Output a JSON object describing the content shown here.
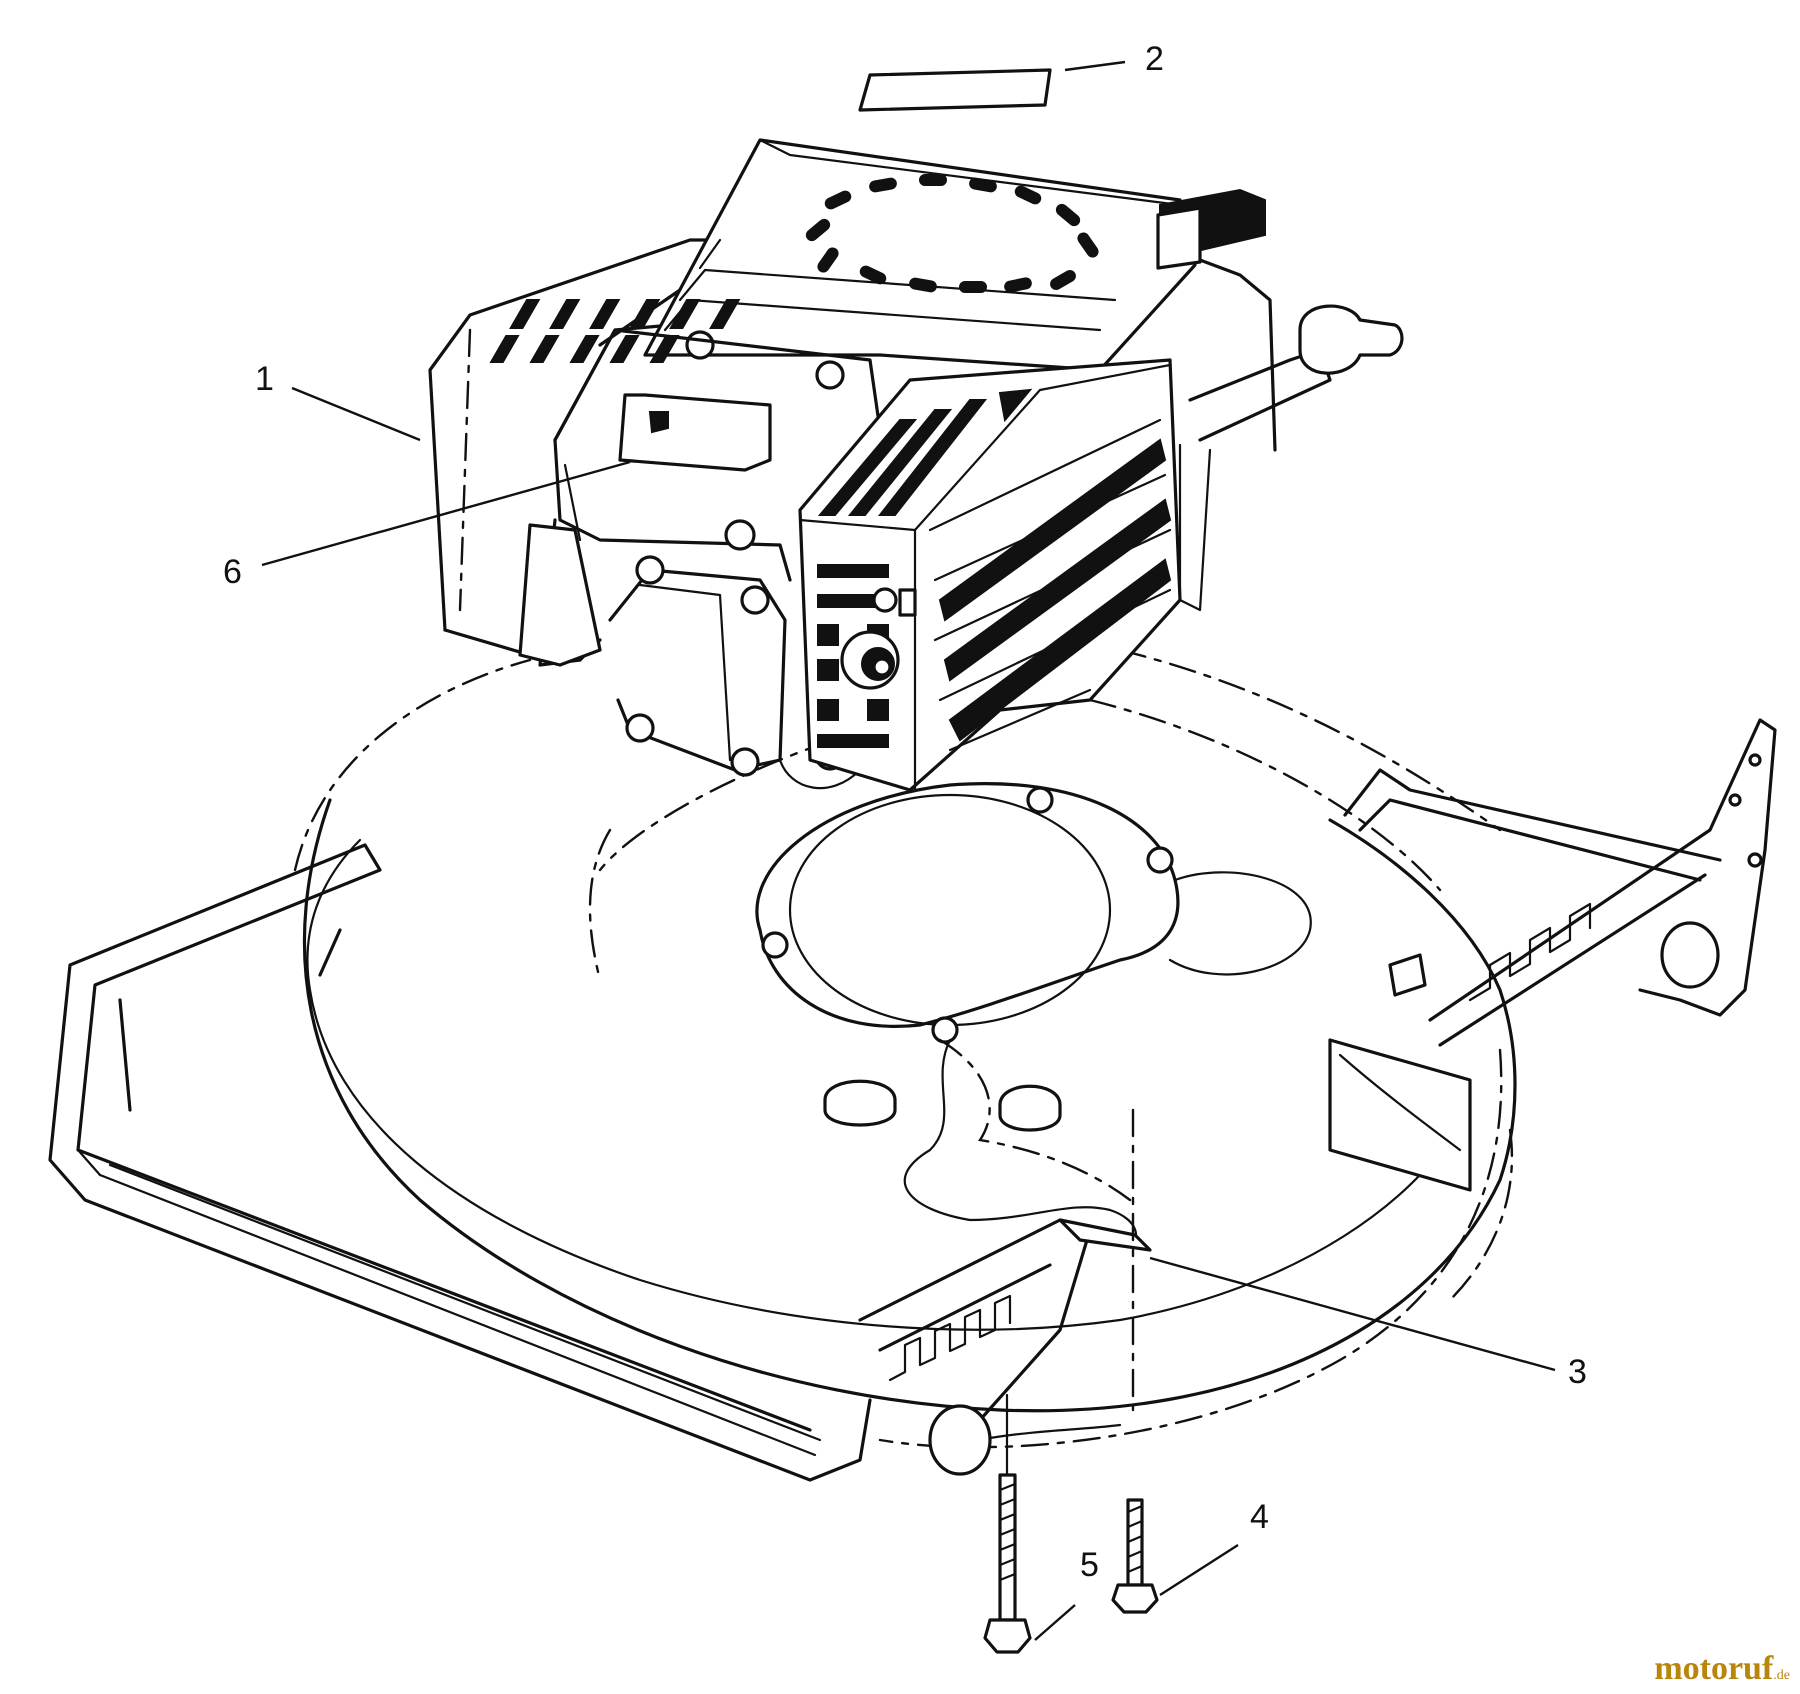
{
  "callouts": [
    {
      "id": "1",
      "label": "1"
    },
    {
      "id": "2",
      "label": "2"
    },
    {
      "id": "3",
      "label": "3"
    },
    {
      "id": "4",
      "label": "4"
    },
    {
      "id": "5",
      "label": "5"
    },
    {
      "id": "6",
      "label": "6"
    }
  ],
  "watermark": {
    "text": "motoruf",
    "suffix": ".de",
    "color": "#b8860b"
  }
}
